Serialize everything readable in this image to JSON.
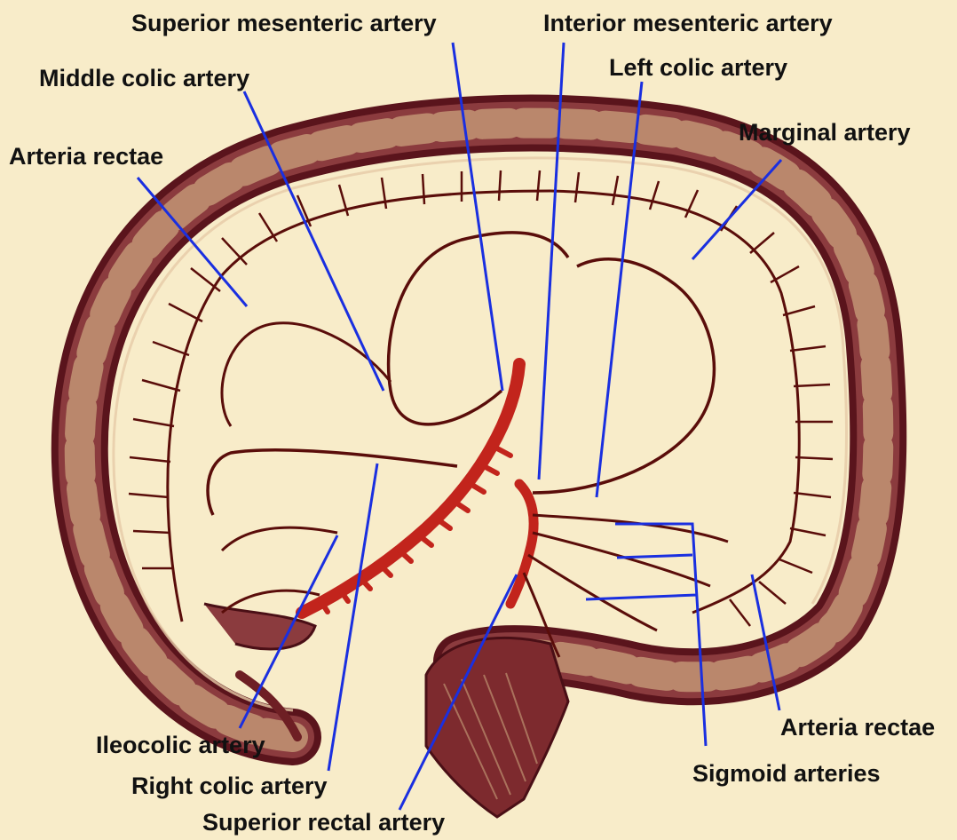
{
  "labels": {
    "superior_mesenteric": "Superior mesenteric artery",
    "interior_mesenteric": "Interior mesenteric artery",
    "middle_colic": "Middle colic artery",
    "left_colic": "Left colic artery",
    "arteria_rectae_left": "Arteria rectae",
    "marginal": "Marginal artery",
    "ileocolic": "Ileocolic artery",
    "right_colic": "Right colic artery",
    "superior_rectal": "Superior rectal artery",
    "arteria_rectae_right": "Arteria rectae",
    "sigmoid": "Sigmoid arteries"
  },
  "colors": {
    "background": "#f8ecc9",
    "pointer_line": "#1a2fe0",
    "colon_wall": "#6e1f24",
    "colon_highlight": "#c9a27c",
    "artery": "#7a1410",
    "trunk": "#c2241c",
    "label_text": "#111111"
  }
}
